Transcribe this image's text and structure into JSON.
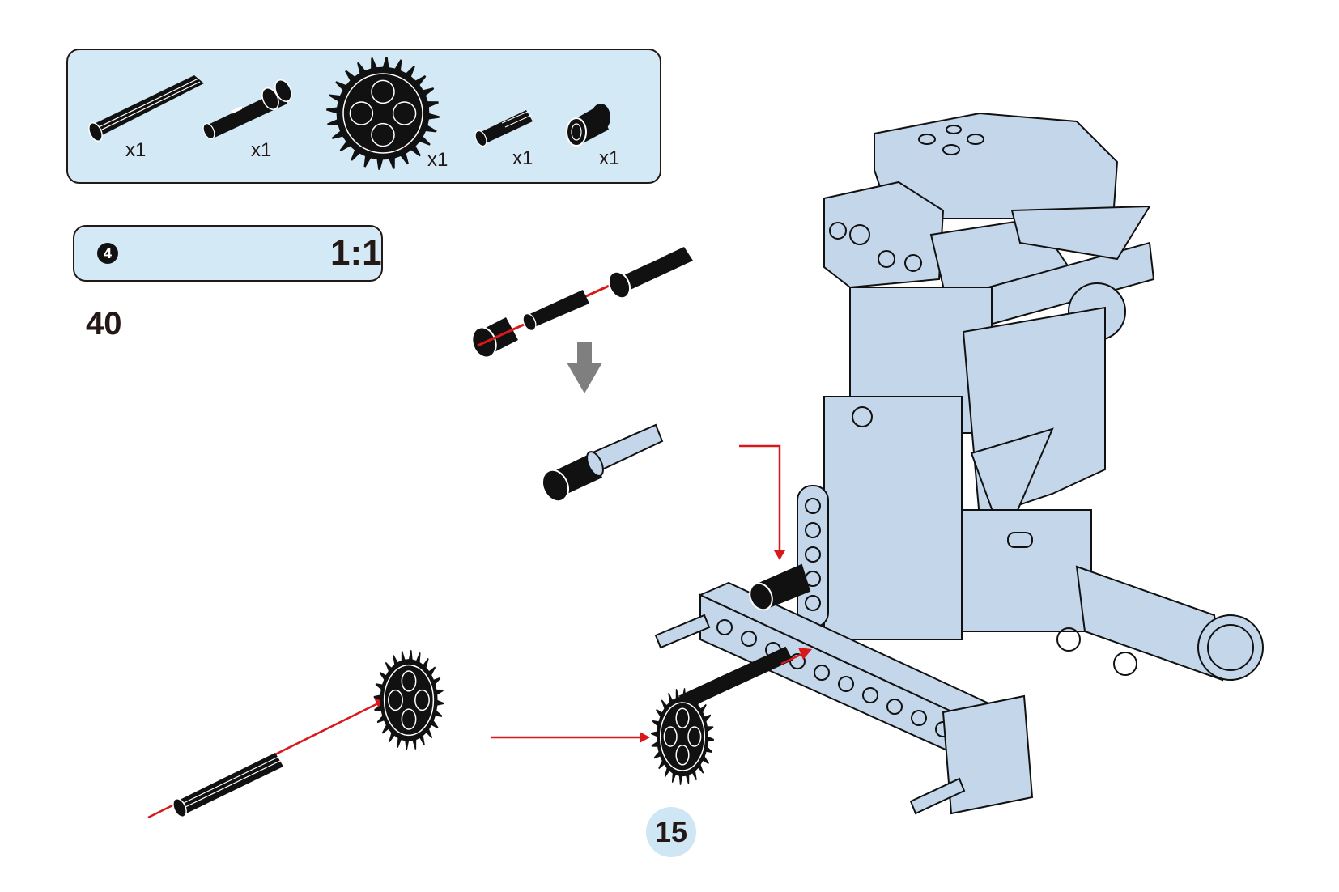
{
  "parts_list": {
    "items": [
      {
        "part": "axle-with-stop",
        "quantity": "x1"
      },
      {
        "part": "long-pin-with-bushing",
        "quantity": "x1"
      },
      {
        "part": "gear-24-tooth",
        "quantity": "x1"
      },
      {
        "part": "axle-pin",
        "quantity": "x1"
      },
      {
        "part": "bushing",
        "quantity": "x1"
      }
    ]
  },
  "scale_indicator": {
    "axle_length": "4",
    "ratio": "1:1"
  },
  "step_number": "40",
  "page_number": "15",
  "colors": {
    "parts_panel": "#d4e9f6",
    "subassembly_panel": "#fcf0de",
    "model_part": "#c3d6ea",
    "arrow_red": "#d7191b",
    "transition_arrow": "#7f7f7f",
    "page_badge": "#cfe6f5"
  }
}
